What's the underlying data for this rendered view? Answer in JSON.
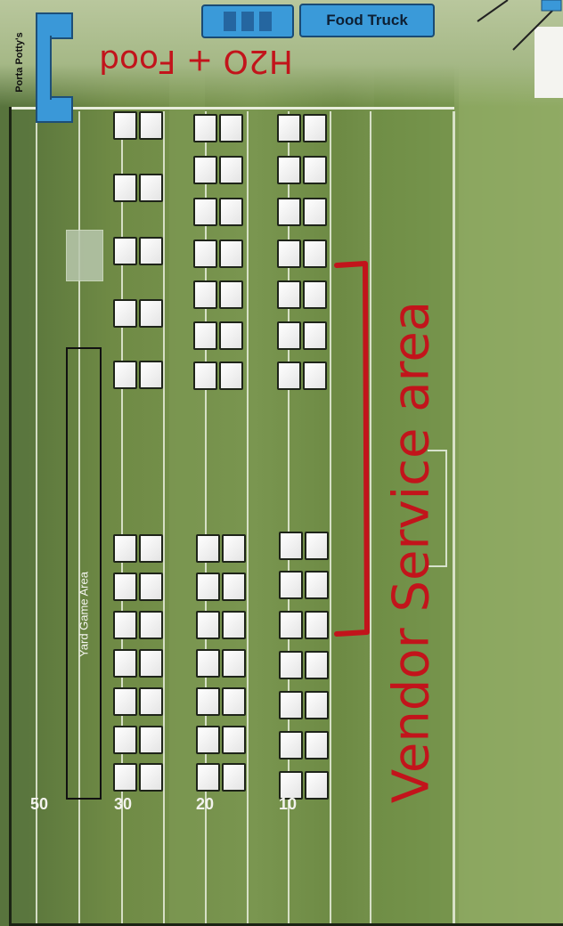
{
  "labels": {
    "porta_potty": "Porta Potty's",
    "food_truck": "Food Truck",
    "yard_game_area": "Yard Game Area",
    "h2o_food": "H2O + Food",
    "vendor_service_area": "Vendor Service area"
  },
  "yard_numbers": [
    "50",
    "30",
    "20",
    "10"
  ],
  "table_columns": 3,
  "colors": {
    "grass": "#6f8a45",
    "porta_blue": "#3a98d8",
    "handwriting_red": "#c2141b",
    "table_fill": "#ffffff"
  },
  "icons": [
    "porta-potty-icon",
    "food-truck-icon",
    "table-icon"
  ]
}
